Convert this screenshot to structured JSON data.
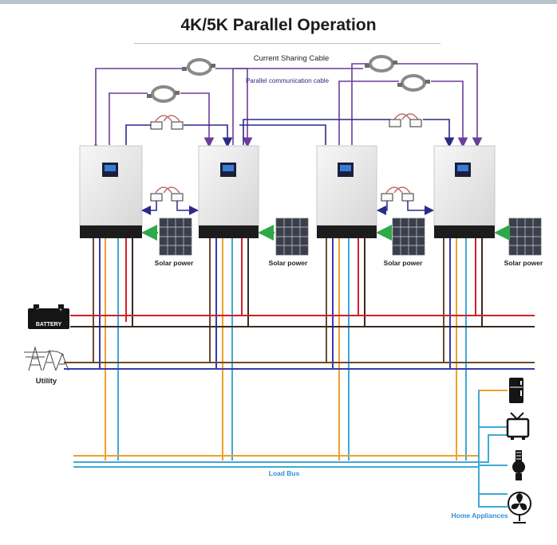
{
  "title": "4K/5K Parallel Operation",
  "labels": {
    "current_sharing_cable": "Current Sharing Cable",
    "parallel_communication_cable": "Parallel communication cable",
    "solar_power": "Solar power",
    "battery": "BATTERY",
    "utility": "Utility",
    "load_bus": "Load Bus",
    "home_appliances": "Home Appliances"
  },
  "inverter_count": 4,
  "appliances": [
    "refrigerator-icon",
    "tv-icon",
    "lightbulb-icon",
    "fan-icon"
  ],
  "colors": {
    "title": "#1b1b1b",
    "communication_line": "#6a3d9a",
    "comm_line_blue": "#2a2a8a",
    "battery_positive": "#d21f2b",
    "battery_negative": "#3a2a22",
    "utility_line": "#6b4a2f",
    "utility_neutral": "#3a3aa8",
    "load_live": "#f0a02a",
    "load_neutral": "#3fa9d8",
    "solar_arrow": "#2fa84a",
    "label_blue": "#2f8fd6",
    "inverter_body": "#e9e9e9",
    "inverter_base": "#1c1c1c"
  }
}
